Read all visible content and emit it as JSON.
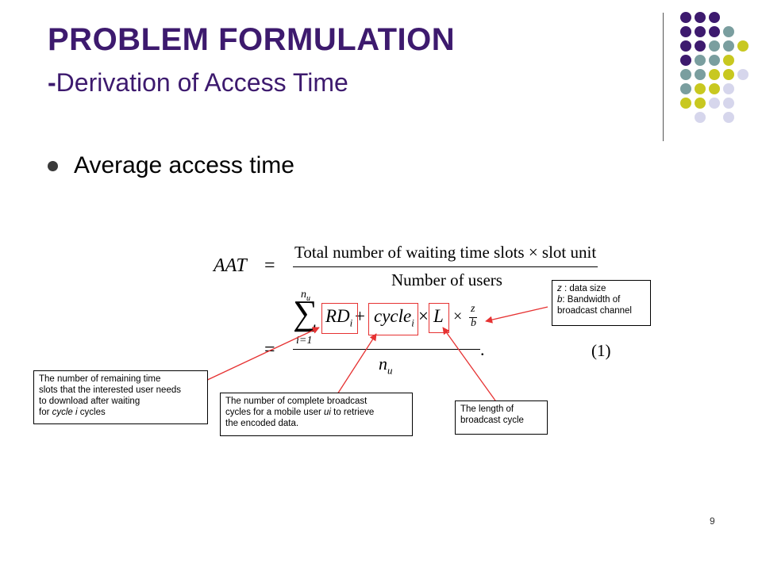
{
  "slide": {
    "title": "PROBLEM FORMULATION",
    "subtitle_dash": "-",
    "subtitle": "Derivation of Access Time",
    "bullet": "Average access time",
    "page_number": "9"
  },
  "formula": {
    "lhs": "AAT",
    "equals": "=",
    "numerator": "Total number of waiting time slots × slot unit",
    "denominator": "Number of users",
    "sum_symbol": "∑",
    "sum_upper": "n",
    "sum_upper_sub": "u",
    "sum_lower": "i=1",
    "rd": "RD",
    "rd_sub": "i",
    "plus": "+",
    "cycle": "cycle",
    "cycle_sub": "i",
    "times1": "×",
    "l": "L",
    "times2": "×",
    "frac_z": "z",
    "frac_b": "b",
    "period": ".",
    "denom_n": "n",
    "denom_sub": "u",
    "eq_number": "(1)"
  },
  "annotations": {
    "remaining": {
      "line1": "The number of remaining time",
      "line2": "slots that the interested user needs",
      "line3": "to download after waiting",
      "line4_prefix": "for ",
      "line4_italic": "cycle i",
      "line4_suffix": " cycles"
    },
    "complete": {
      "line1": "The number of complete broadcast",
      "line2_prefix": "cycles for a mobile user ",
      "line2_italic": "ui",
      "line2_suffix": " to retrieve",
      "line3": "the encoded data."
    },
    "length": {
      "line1": "The length of",
      "line2": "broadcast cycle"
    },
    "datasize": {
      "z_var": "z",
      "z_text": " :  data size",
      "b_var": "b",
      "b_text": ": Bandwidth of",
      "line3": "broadcast channel"
    }
  },
  "colors": {
    "title": "#3d1a6e",
    "dot_purple": "#3d1a6e",
    "dot_teal": "#7a9e9f",
    "dot_yellow": "#c8c820",
    "dot_lavender": "#d6d6ec",
    "highlight_red": "#e63232"
  }
}
